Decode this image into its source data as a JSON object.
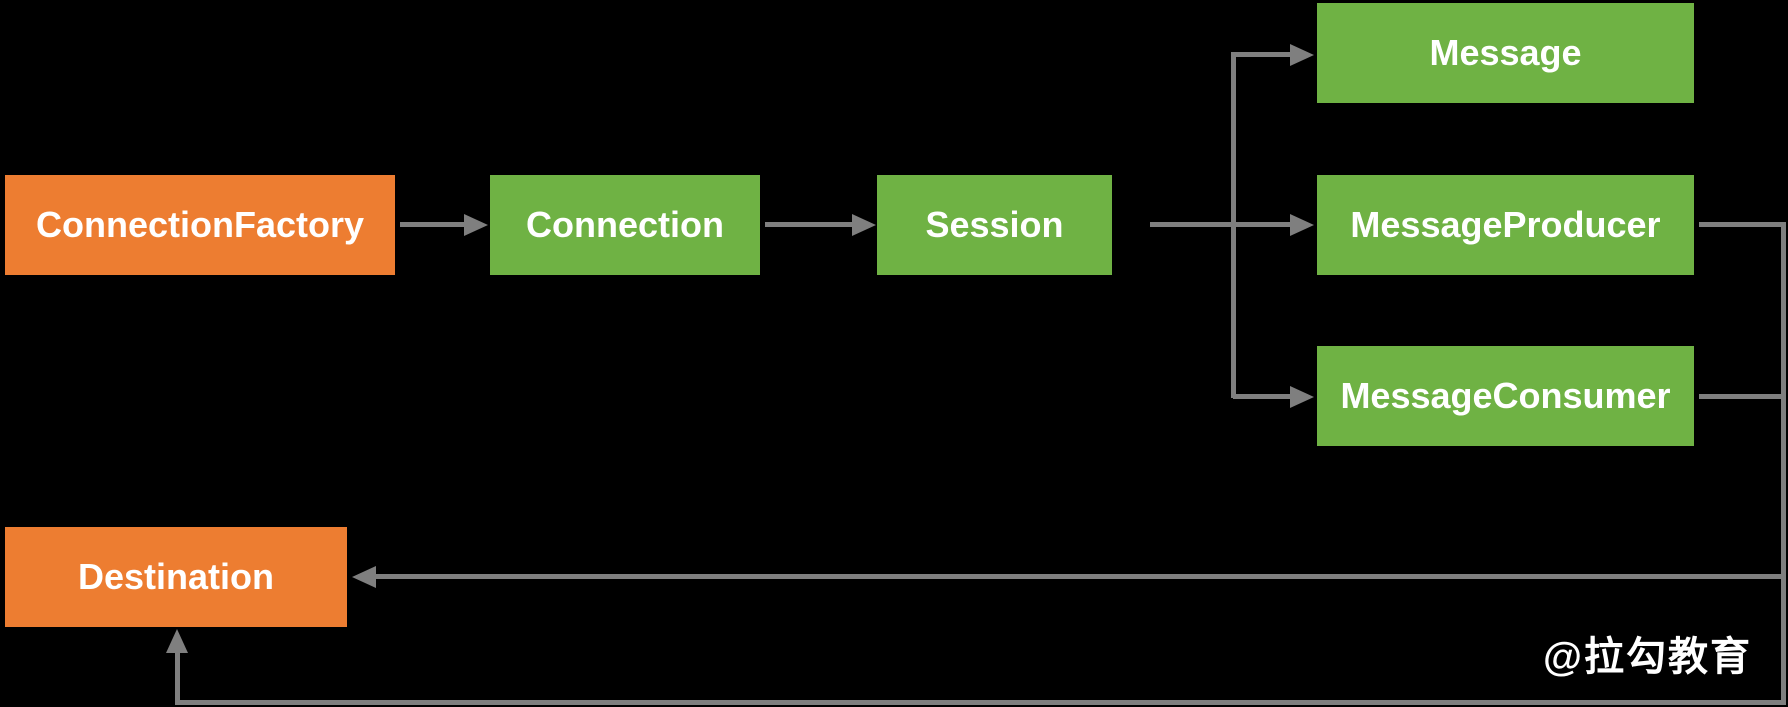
{
  "diagram": {
    "type": "flow-diagram",
    "colors": {
      "background": "#000000",
      "connector": "#7F7F7F",
      "node_text": "#FFFFFF",
      "factory_fill": "#ED7D31",
      "component_fill": "#6FB244"
    },
    "nodes": [
      {
        "id": "connection-factory",
        "label": "ConnectionFactory",
        "color": "#ED7D31"
      },
      {
        "id": "connection",
        "label": "Connection",
        "color": "#6FB244"
      },
      {
        "id": "session",
        "label": "Session",
        "color": "#6FB244"
      },
      {
        "id": "message",
        "label": "Message",
        "color": "#6FB244"
      },
      {
        "id": "message-producer",
        "label": "MessageProducer",
        "color": "#6FB244"
      },
      {
        "id": "message-consumer",
        "label": "MessageConsumer",
        "color": "#6FB244"
      },
      {
        "id": "destination",
        "label": "Destination",
        "color": "#ED7D31"
      }
    ],
    "edges": [
      {
        "from": "ConnectionFactory",
        "to": "Connection"
      },
      {
        "from": "Connection",
        "to": "Session"
      },
      {
        "from": "Session",
        "to": "Message"
      },
      {
        "from": "Session",
        "to": "MessageProducer"
      },
      {
        "from": "Session",
        "to": "MessageConsumer"
      },
      {
        "from": "MessageProducer",
        "to": "Destination"
      },
      {
        "from": "MessageConsumer",
        "to": "Destination"
      }
    ],
    "watermark": "@拉勾教育"
  }
}
